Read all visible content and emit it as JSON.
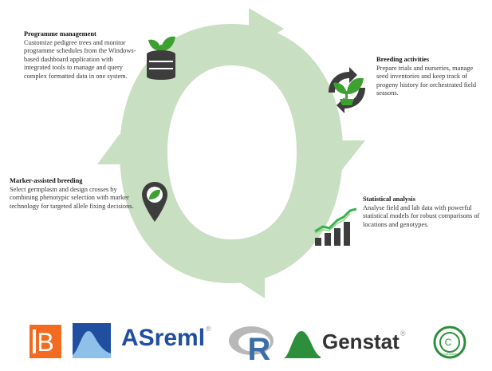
{
  "colors": {
    "ring": "#c9dfc1",
    "leaf": "#3da12f",
    "dark": "#3d3d3d",
    "chart_green": "#37b34a",
    "logo_orange": "#f26b21",
    "logo_blue": "#1f4f9e",
    "genstat_green": "#2d8f3c"
  },
  "cycle": {
    "programme": {
      "title": "Programme management",
      "body": "Customize pedigree trees and monitor programme schedules from the Windows-based dashboard application with integrated tools to manage and query complex formatted data in one system.",
      "icon": "database-seedling-icon"
    },
    "breeding": {
      "title": "Breeding activities",
      "body": "Prepare trials and nurseries, manage seed inventories and keep track of progeny history for orchestrated field seasons.",
      "icon": "recycle-plant-icon"
    },
    "statistical": {
      "title": "Statistical analysis",
      "body": "Analyse field and lab data with powerful statistical models for robust comparisons of locations and genotypes.",
      "icon": "growth-bar-chart-icon"
    },
    "marker": {
      "title": "Marker-assisted breeding",
      "body": "Select germplasm and design crosses by combining phenotypic selection with marker technology for targeted allele fixing decisions.",
      "icon": "leaf-location-pin-icon"
    }
  },
  "logos": {
    "asreml": {
      "text": "ASreml",
      "mark": "®"
    },
    "r": {
      "text": "R"
    },
    "genstat": {
      "text": "Genstat",
      "mark": "®"
    },
    "cycdesign": {
      "text": "CycDesign"
    }
  }
}
